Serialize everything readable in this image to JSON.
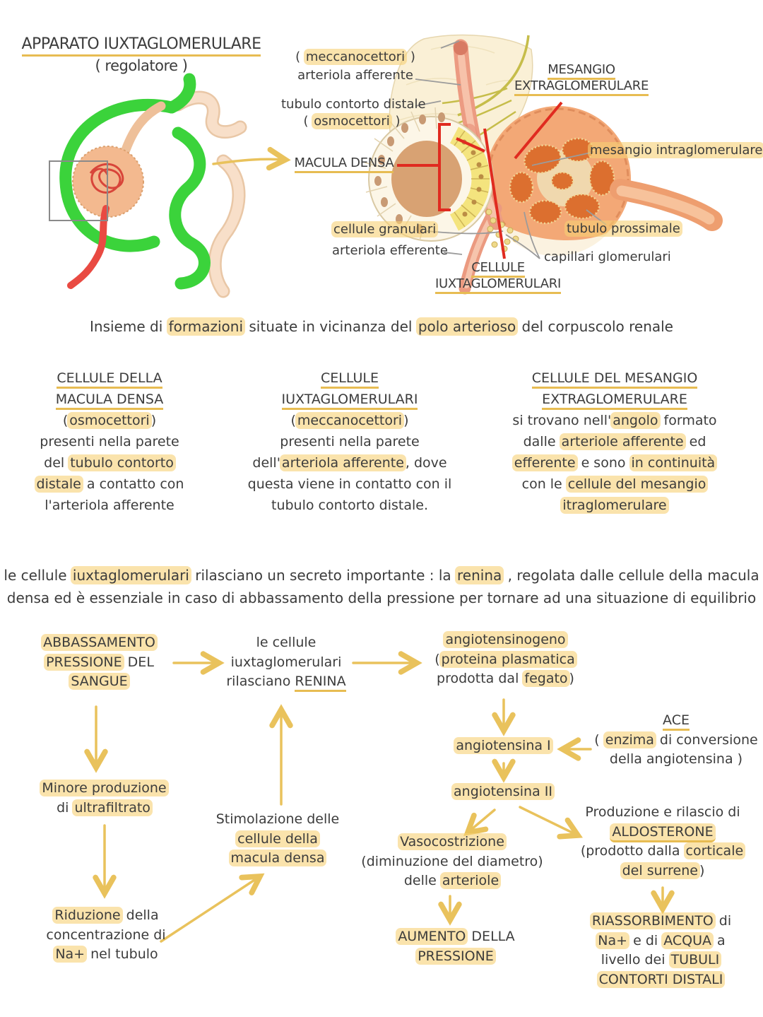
{
  "colors": {
    "ink": "#3c3c3c",
    "highlight_yellow": "#f7d074",
    "underline_yellow": "#e7bc52",
    "arrow_yellow": "#e9c25c",
    "annotation_red": "#e02b20",
    "tubule_green": "#3bd33b",
    "arteriole_salmon": "#ec9b82",
    "glomerulus_orange": "#f3a876",
    "capillary_orange": "#dc6f2f",
    "macula_yellow": "#f4e47e",
    "tissue_cream": "#faf0d6"
  },
  "header": {
    "title": "APPARATO IUXTAGLOMERULARE",
    "subtitle": "( regolatore )"
  },
  "figure": {
    "labels": {
      "meccanocettori": [
        [
          {
            "t": "( "
          },
          {
            "t": "meccanocettori",
            "c": "hl"
          },
          {
            "t": " )"
          }
        ]
      ],
      "arteriola_afferente": [
        [
          "arteriola afferente"
        ]
      ],
      "tubulo_contorto_distale": [
        [
          "tubulo contorto distale"
        ]
      ],
      "osmocettori": [
        [
          {
            "t": "( "
          },
          {
            "t": "osmocettori",
            "c": "hl"
          },
          {
            "t": " )"
          }
        ]
      ],
      "macula_densa": [
        [
          {
            "t": "MACULA DENSA",
            "c": "ul"
          }
        ]
      ],
      "mesangio_extraglomerulare": [
        [
          {
            "t": "MESANGIO",
            "c": "ul"
          }
        ],
        [
          {
            "t": "EXTRAGLOMERULARE",
            "c": "ul"
          }
        ]
      ],
      "mesangio_intraglomerulare": [
        [
          {
            "t": "mesangio intraglomerulare",
            "c": "hl"
          }
        ]
      ],
      "cellule_granulari": [
        [
          {
            "t": "cellule granulari",
            "c": "hl"
          }
        ]
      ],
      "arteriola_efferente": [
        [
          "arteriola efferente"
        ]
      ],
      "cellule_iuxtaglomerulari": [
        [
          {
            "t": "CELLULE",
            "c": "ul"
          }
        ],
        [
          {
            "t": "IUXTAGLOMERULARI",
            "c": "ul"
          }
        ]
      ],
      "tubulo_prossimale": [
        [
          {
            "t": "tubulo prossimale",
            "c": "hl"
          }
        ]
      ],
      "capillari_glomerulari": [
        [
          "capillari glomerulari"
        ]
      ]
    }
  },
  "intro": [
    [
      {
        "t": "Insieme di "
      },
      {
        "t": "formazioni",
        "c": "hl"
      },
      {
        "t": " situate in vicinanza del "
      },
      {
        "t": "polo arterioso",
        "c": "hl"
      },
      {
        "t": " del corpuscolo renale"
      }
    ]
  ],
  "columns": {
    "macula": [
      [
        {
          "t": "CELLULE DELLA",
          "c": "ul"
        }
      ],
      [
        {
          "t": "MACULA DENSA",
          "c": "ul"
        }
      ],
      [
        {
          "t": "("
        },
        {
          "t": "osmocettori",
          "c": "hl"
        },
        {
          "t": ")"
        }
      ],
      [
        {
          "t": "presenti nella parete"
        }
      ],
      [
        {
          "t": "del "
        },
        {
          "t": "tubulo contorto",
          "c": "hl"
        }
      ],
      [
        {
          "t": "distale",
          "c": "hl"
        },
        {
          "t": " a contatto con"
        }
      ],
      [
        {
          "t": "l'arteriola afferente"
        }
      ]
    ],
    "iuxtaglomerulari": [
      [
        {
          "t": "CELLULE",
          "c": "ul"
        }
      ],
      [
        {
          "t": "IUXTAGLOMERULARI",
          "c": "ul"
        }
      ],
      [
        {
          "t": "("
        },
        {
          "t": "meccanocettori",
          "c": "hl"
        },
        {
          "t": ")"
        }
      ],
      [
        {
          "t": "presenti nella parete"
        }
      ],
      [
        {
          "t": "dell'"
        },
        {
          "t": "arteriola afferente",
          "c": "hl"
        },
        {
          "t": ", dove"
        }
      ],
      [
        {
          "t": "questa viene in contatto con il"
        }
      ],
      [
        {
          "t": "tubulo contorto distale."
        }
      ]
    ],
    "mesangio": [
      [
        {
          "t": "CELLULE DEL MESANGIO",
          "c": "ul"
        }
      ],
      [
        {
          "t": "EXTRAGLOMERULARE",
          "c": "ul"
        }
      ],
      [
        {
          "t": "si trovano nell'"
        },
        {
          "t": "angolo",
          "c": "hl"
        },
        {
          "t": " formato"
        }
      ],
      [
        {
          "t": "dalle "
        },
        {
          "t": "arteriole afferente",
          "c": "hl"
        },
        {
          "t": " ed"
        }
      ],
      [
        {
          "t": "efferente",
          "c": "hl"
        },
        {
          "t": " e sono "
        },
        {
          "t": "in continuità",
          "c": "hl"
        }
      ],
      [
        {
          "t": "con le "
        },
        {
          "t": "cellule del mesangio",
          "c": "hl"
        }
      ],
      [
        {
          "t": "itraglomerulare",
          "c": "hl"
        }
      ]
    ]
  },
  "paragraph": [
    [
      {
        "t": "le cellule "
      },
      {
        "t": "iuxtaglomerulari",
        "c": "hl"
      },
      {
        "t": " rilasciano un secreto importante : la "
      },
      {
        "t": "renina",
        "c": "hl"
      },
      {
        "t": " , regolata dalle cellule della macula"
      }
    ],
    [
      {
        "t": "densa ed è essenziale in caso di abbassamento della pressione per tornare ad una situazione di equilibrio"
      }
    ]
  ],
  "flow": {
    "abbassamento": [
      [
        {
          "t": "ABBASSAMENTO",
          "c": "hl"
        }
      ],
      [
        {
          "t": "PRESSIONE",
          "c": "hl"
        },
        {
          "t": " DEL"
        }
      ],
      [
        {
          "t": "SANGUE",
          "c": "hl"
        }
      ]
    ],
    "cellule_renina": [
      [
        {
          "t": "le cellule"
        }
      ],
      [
        {
          "t": "iuxtaglomerulari"
        }
      ],
      [
        {
          "t": "rilasciano "
        },
        {
          "t": "RENINA",
          "c": "ul"
        }
      ]
    ],
    "angiotensinogeno": [
      [
        {
          "t": "angiotensinogeno",
          "c": "hl"
        }
      ],
      [
        {
          "t": "("
        },
        {
          "t": "proteina plasmatica",
          "c": "hl"
        }
      ],
      [
        {
          "t": "prodotta dal "
        },
        {
          "t": "fegato",
          "c": "hl"
        },
        {
          "t": ")"
        }
      ]
    ],
    "ace": [
      [
        {
          "t": "ACE",
          "c": "ul"
        }
      ],
      [
        {
          "t": "( "
        },
        {
          "t": "enzima",
          "c": "hl"
        },
        {
          "t": " di conversione"
        }
      ],
      [
        {
          "t": "della angiotensina )"
        }
      ]
    ],
    "angiotensina1": [
      [
        {
          "t": "angiotensina I",
          "c": "hl"
        }
      ]
    ],
    "angiotensina2": [
      [
        {
          "t": "angiotensina II",
          "c": "hl"
        }
      ]
    ],
    "minore_produzione": [
      [
        {
          "t": "Minore produzione",
          "c": "hl"
        }
      ],
      [
        {
          "t": "di "
        },
        {
          "t": "ultrafiltrato",
          "c": "hl"
        }
      ]
    ],
    "stimolazione": [
      [
        {
          "t": "Stimolazione delle"
        }
      ],
      [
        {
          "t": "cellule della",
          "c": "hl"
        }
      ],
      [
        {
          "t": "macula densa",
          "c": "hl"
        }
      ]
    ],
    "vasocostrizione": [
      [
        {
          "t": "Vasocostrizione",
          "c": "hl"
        }
      ],
      [
        {
          "t": "(diminuzione del diametro)"
        }
      ],
      [
        {
          "t": "delle "
        },
        {
          "t": "arteriole",
          "c": "hl"
        }
      ]
    ],
    "aldosterone": [
      [
        {
          "t": "Produzione e rilascio di"
        }
      ],
      [
        {
          "t": "ALDOSTERONE",
          "c": "hl ul"
        }
      ],
      [
        {
          "t": "(prodotto dalla "
        },
        {
          "t": "corticale",
          "c": "hl"
        }
      ],
      [
        {
          "t": "del surrene",
          "c": "hl"
        },
        {
          "t": ")"
        }
      ]
    ],
    "riduzione": [
      [
        {
          "t": "Riduzione",
          "c": "hl"
        },
        {
          "t": " della"
        }
      ],
      [
        {
          "t": "concentrazione di"
        }
      ],
      [
        {
          "t": "Na+",
          "c": "hl"
        },
        {
          "t": " nel tubulo"
        }
      ]
    ],
    "aumento": [
      [
        {
          "t": "AUMENTO",
          "c": "hl"
        },
        {
          "t": " DELLA"
        }
      ],
      [
        {
          "t": "PRESSIONE",
          "c": "hl"
        }
      ]
    ],
    "riassorbimento": [
      [
        {
          "t": "RIASSORBIMENTO",
          "c": "hl"
        },
        {
          "t": " di"
        }
      ],
      [
        {
          "t": "Na+",
          "c": "hl"
        },
        {
          "t": " e di "
        },
        {
          "t": "ACQUA",
          "c": "hl"
        },
        {
          "t": " a"
        }
      ],
      [
        {
          "t": "livello dei "
        },
        {
          "t": "TUBULI",
          "c": "hl"
        }
      ],
      [
        {
          "t": "CONTORTI DISTALI",
          "c": "hl"
        }
      ]
    ]
  }
}
